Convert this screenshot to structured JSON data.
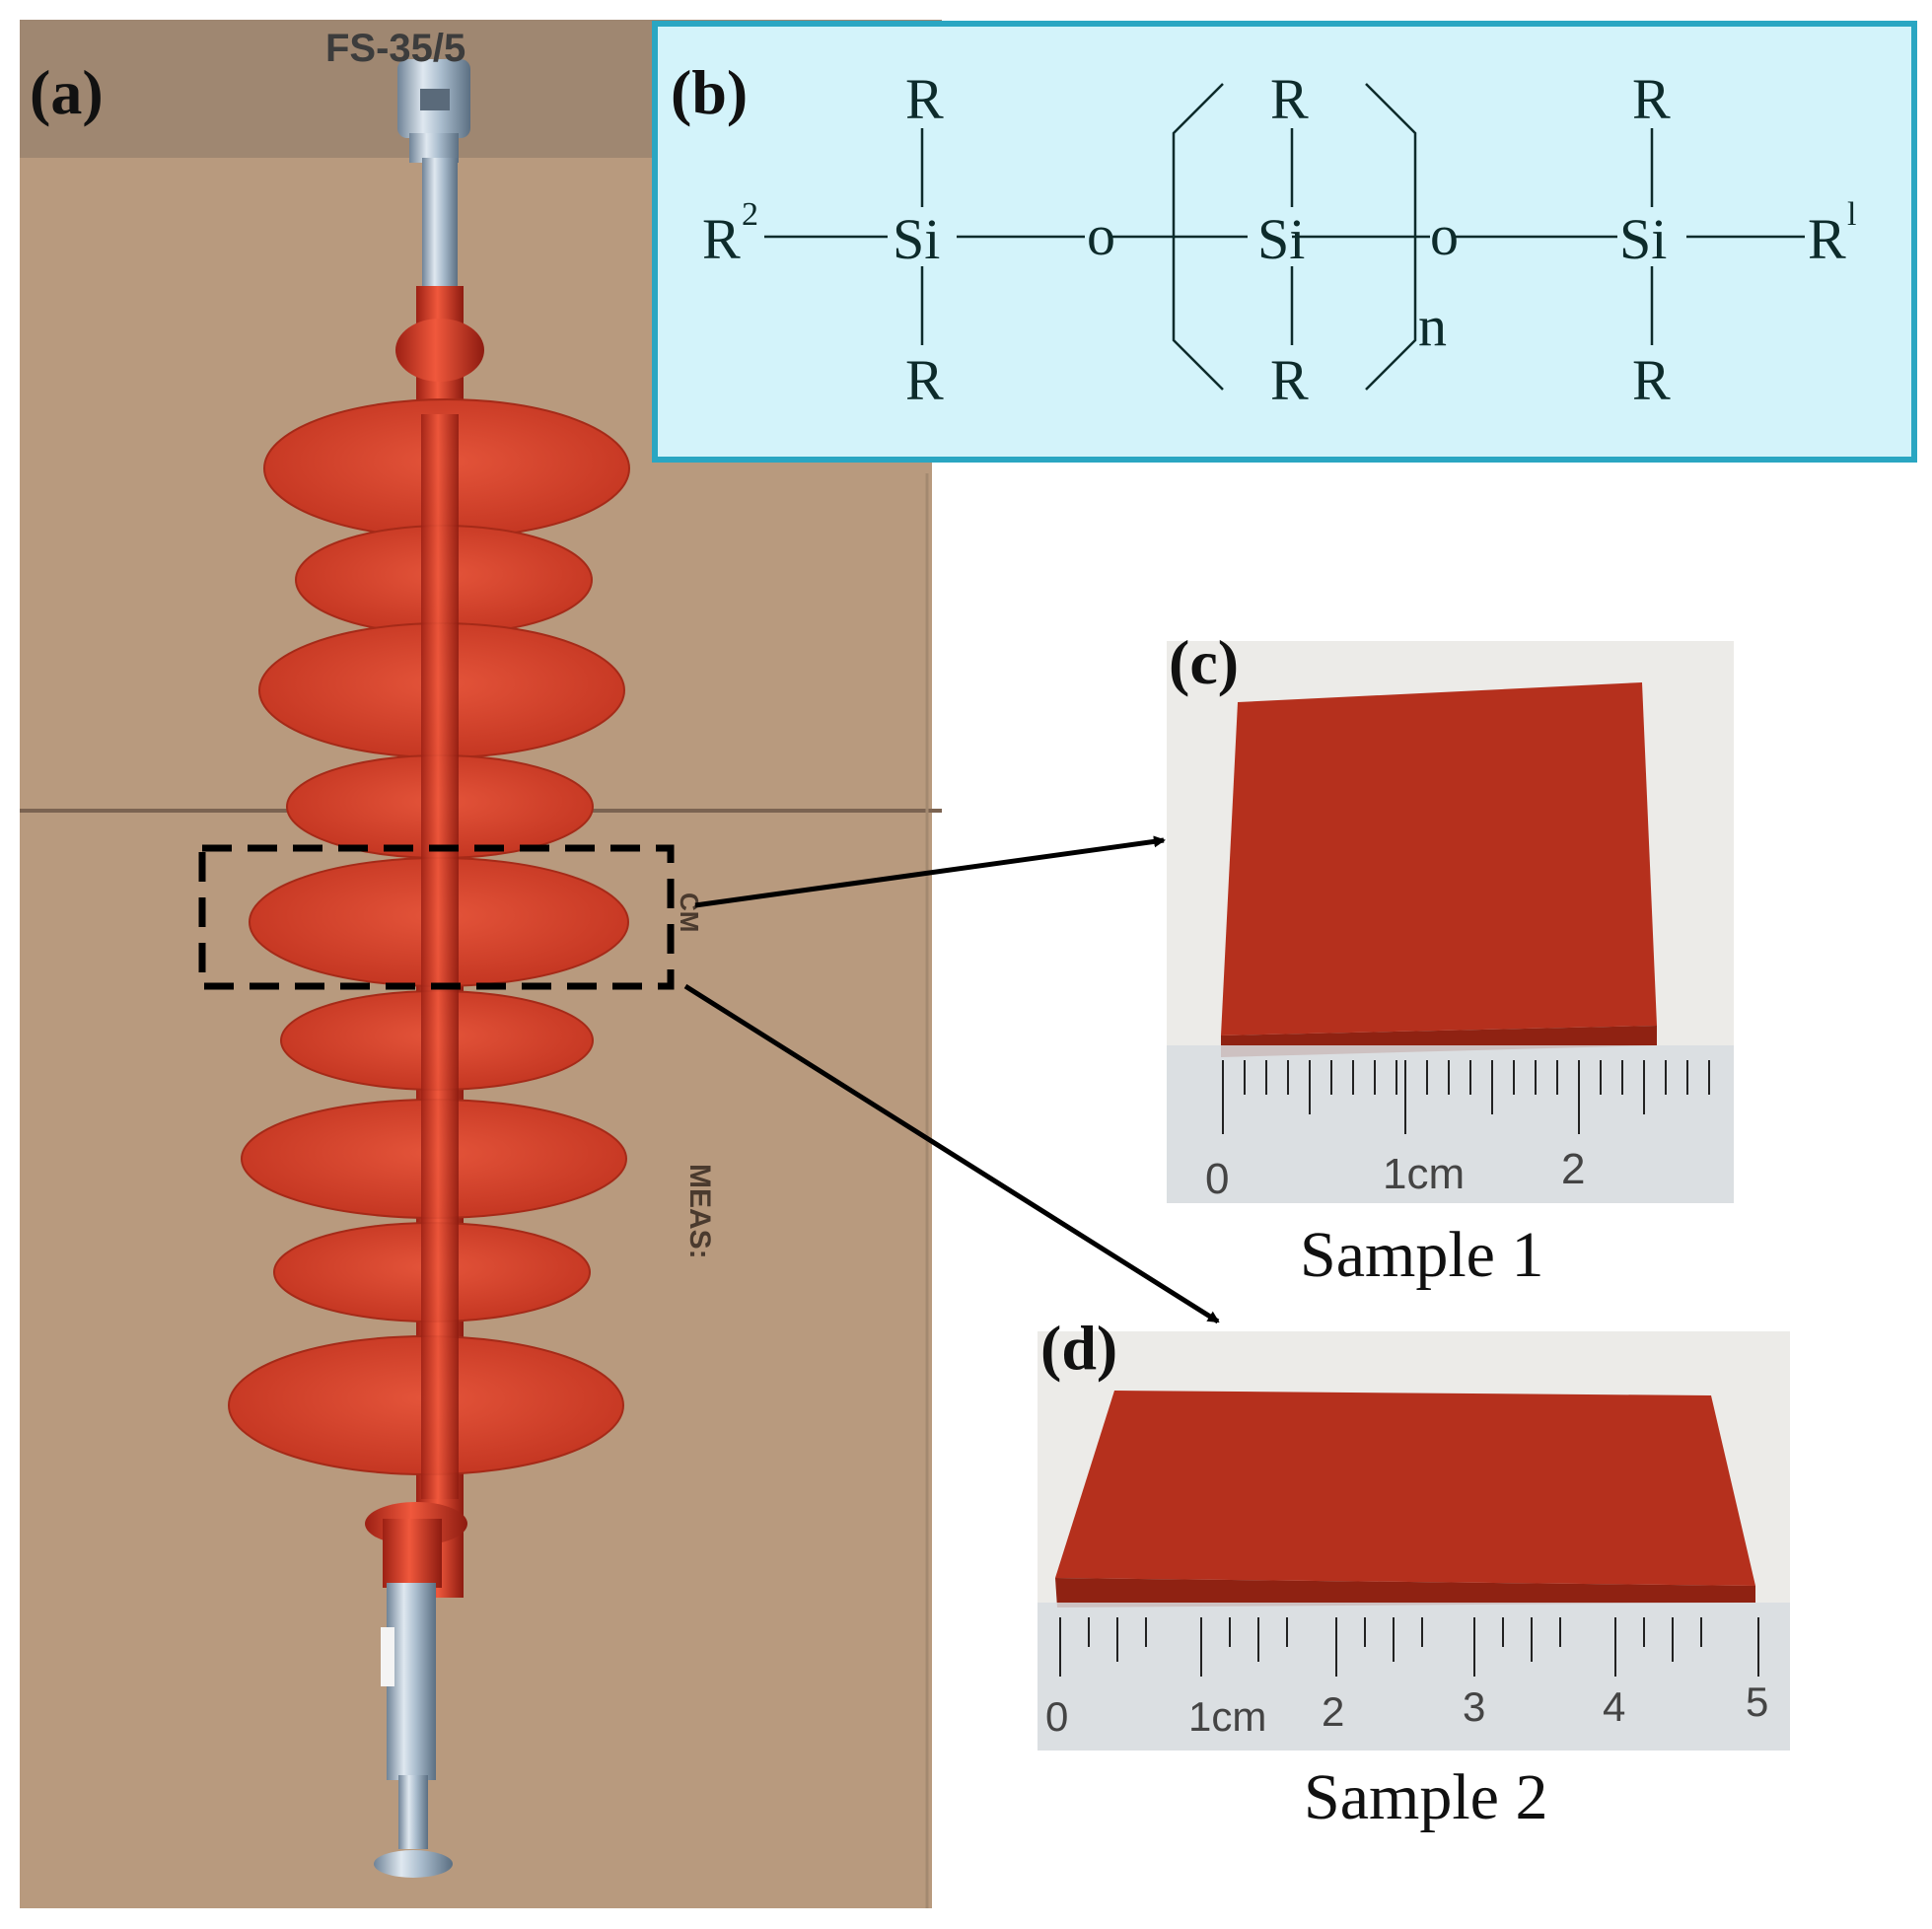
{
  "figure": {
    "panels": {
      "a": {
        "label": "(a)",
        "box_text_top": "FS-35/5",
        "box_text_side_1": "MEAS:",
        "box_text_side_2": "CM"
      },
      "b": {
        "label": "(b)",
        "formula": {
          "r2": "R",
          "r2_sup": "2",
          "r1": "R",
          "r1_sup": "l",
          "si": "Si",
          "o": "o",
          "r": "R",
          "n": "n"
        }
      },
      "c": {
        "label": "(c)",
        "caption": "Sample 1",
        "ruler_ticks": [
          "0",
          "1cm",
          "2"
        ]
      },
      "d": {
        "label": "(d)",
        "caption": "Sample 2",
        "ruler_ticks": [
          "0",
          "1cm",
          "2",
          "3",
          "4",
          "5"
        ]
      }
    },
    "colors": {
      "cardboard": "#b89a7e",
      "rubber": "#c6321f",
      "metal": "#9fb3c8",
      "formula_bg": "#d3f3fa",
      "formula_border": "#2aa6c2",
      "sample": "#b5301d"
    }
  }
}
